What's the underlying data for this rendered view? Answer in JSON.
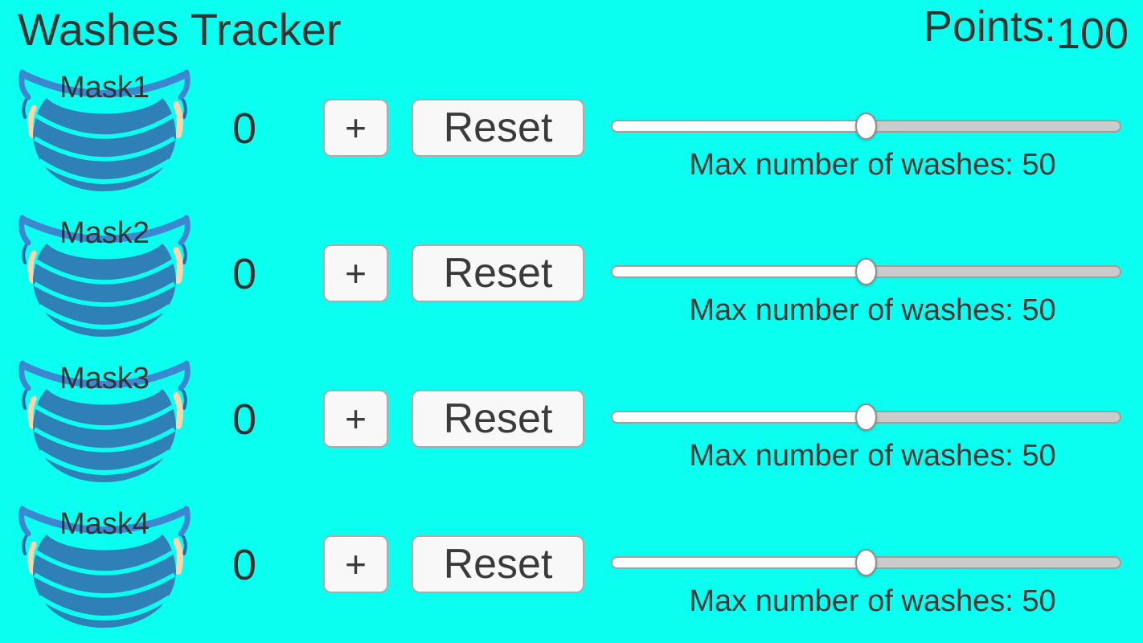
{
  "header": {
    "title": "Washes Tracker",
    "points_label": "Points:",
    "points_value": "100"
  },
  "rows": [
    {
      "mask_label": "Mask1",
      "count": "0",
      "plus_label": "+",
      "reset_label": "Reset",
      "slider_percent": 50,
      "max_washes_label": "Max number of washes: 50"
    },
    {
      "mask_label": "Mask2",
      "count": "0",
      "plus_label": "+",
      "reset_label": "Reset",
      "slider_percent": 50,
      "max_washes_label": "Max number of washes: 50"
    },
    {
      "mask_label": "Mask3",
      "count": "0",
      "plus_label": "+",
      "reset_label": "Reset",
      "slider_percent": 50,
      "max_washes_label": "Max number of washes: 50"
    },
    {
      "mask_label": "Mask4",
      "count": "0",
      "plus_label": "+",
      "reset_label": "Reset",
      "slider_percent": 50,
      "max_washes_label": "Max number of washes: 50"
    }
  ],
  "colors": {
    "background": "#0AFFF0",
    "text_dark": "#333333",
    "mask_body": "#2E80B6",
    "mask_strap": "#3C87CF",
    "mask_strap_dark": "#2268A8",
    "mask_ear_skin": "#F5D8B0",
    "button_bg": "#F8F8F8",
    "button_border": "#ABABAB",
    "slider_fill": "#FBFBFB",
    "slider_rest": "#CBCBCB",
    "slider_thumb": "#FDFDFD"
  }
}
